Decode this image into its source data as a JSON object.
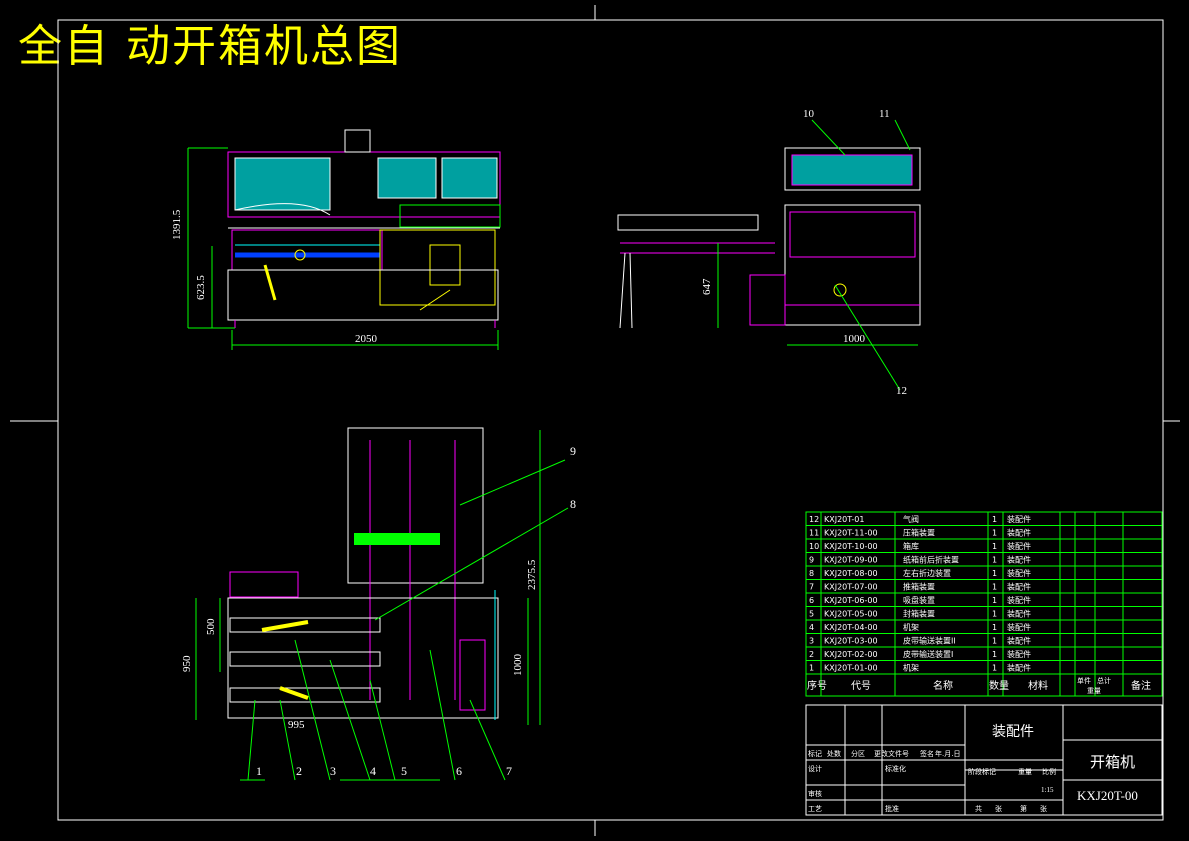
{
  "title": "全自 动开箱机总图",
  "dimensions": {
    "front_height_total": "1391.5",
    "front_height_lower": "623.5",
    "front_width": "2050",
    "side_height": "647",
    "side_width": "1000",
    "plan_height_total": "2375.5",
    "plan_950": "950",
    "plan_500": "500",
    "plan_1000": "1000",
    "plan_995": "995"
  },
  "balloons": [
    "1",
    "2",
    "3",
    "4",
    "5",
    "6",
    "7",
    "8",
    "9",
    "10",
    "11",
    "12"
  ],
  "parts_table": {
    "rows": [
      {
        "no": "12",
        "code": "KXJ20T-01",
        "name": "气阀",
        "qty": "1",
        "mat": "装配件"
      },
      {
        "no": "11",
        "code": "KXJ20T-11-00",
        "name": "压箱装置",
        "qty": "1",
        "mat": "装配件"
      },
      {
        "no": "10",
        "code": "KXJ20T-10-00",
        "name": "箱库",
        "qty": "1",
        "mat": "装配件"
      },
      {
        "no": "9",
        "code": "KXJ20T-09-00",
        "name": "纸箱前后折装置",
        "qty": "1",
        "mat": "装配件"
      },
      {
        "no": "8",
        "code": "KXJ20T-08-00",
        "name": "左右折边装置",
        "qty": "1",
        "mat": "装配件"
      },
      {
        "no": "7",
        "code": "KXJ20T-07-00",
        "name": "推箱装置",
        "qty": "1",
        "mat": "装配件"
      },
      {
        "no": "6",
        "code": "KXJ20T-06-00",
        "name": "吸盘装置",
        "qty": "1",
        "mat": "装配件"
      },
      {
        "no": "5",
        "code": "KXJ20T-05-00",
        "name": "封箱装置",
        "qty": "1",
        "mat": "装配件"
      },
      {
        "no": "4",
        "code": "KXJ20T-04-00",
        "name": "机架",
        "qty": "1",
        "mat": "装配件"
      },
      {
        "no": "3",
        "code": "KXJ20T-03-00",
        "name": "皮带输送装置II",
        "qty": "1",
        "mat": "装配件"
      },
      {
        "no": "2",
        "code": "KXJ20T-02-00",
        "name": "皮带输送装置I",
        "qty": "1",
        "mat": "装配件"
      },
      {
        "no": "1",
        "code": "KXJ20T-01-00",
        "name": "机架",
        "qty": "1",
        "mat": "装配件"
      }
    ],
    "header": {
      "no": "序号",
      "code": "代号",
      "name": "名称",
      "qty": "数量",
      "mat": "材料",
      "w1": "单件",
      "w2": "总计",
      "weight": "重量",
      "note": "备注"
    }
  },
  "title_block": {
    "assembly": "装配件",
    "machine": "开箱机",
    "drawing_no": "KXJ20T-00",
    "scale": "1:15",
    "labels": [
      "标记",
      "处数",
      "分区",
      "更改文件号",
      "签名",
      "年.月.日",
      "设计",
      "标准化",
      "审核",
      "工艺",
      "批准",
      "阶段标记",
      "重量",
      "比例",
      "共",
      "张",
      "第",
      "张"
    ]
  }
}
